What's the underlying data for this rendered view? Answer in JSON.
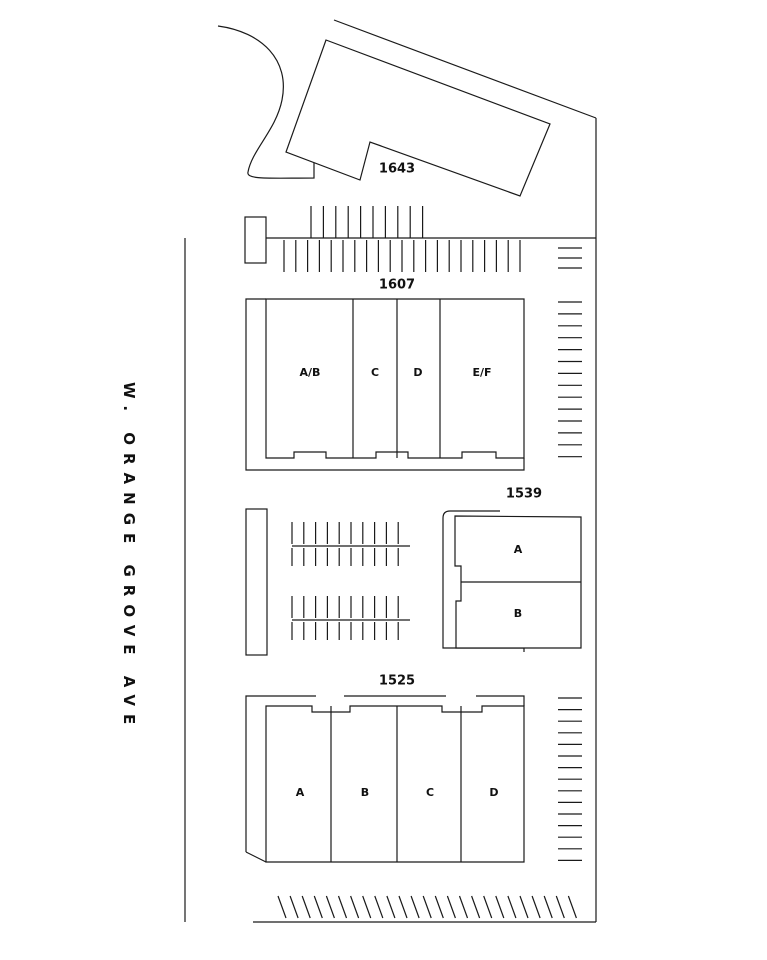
{
  "street": "W. ORANGE GROVE AVE",
  "buildings": {
    "b1643": {
      "address": "1643"
    },
    "b1607": {
      "address": "1607",
      "units": [
        "A/B",
        "C",
        "D",
        "E/F"
      ]
    },
    "b1539": {
      "address": "1539",
      "units": [
        "A",
        "B"
      ]
    },
    "b1525": {
      "address": "1525",
      "units": [
        "A",
        "B",
        "C",
        "D"
      ]
    }
  },
  "colors": {
    "line": "#1a1a1a",
    "background": "#ffffff"
  }
}
